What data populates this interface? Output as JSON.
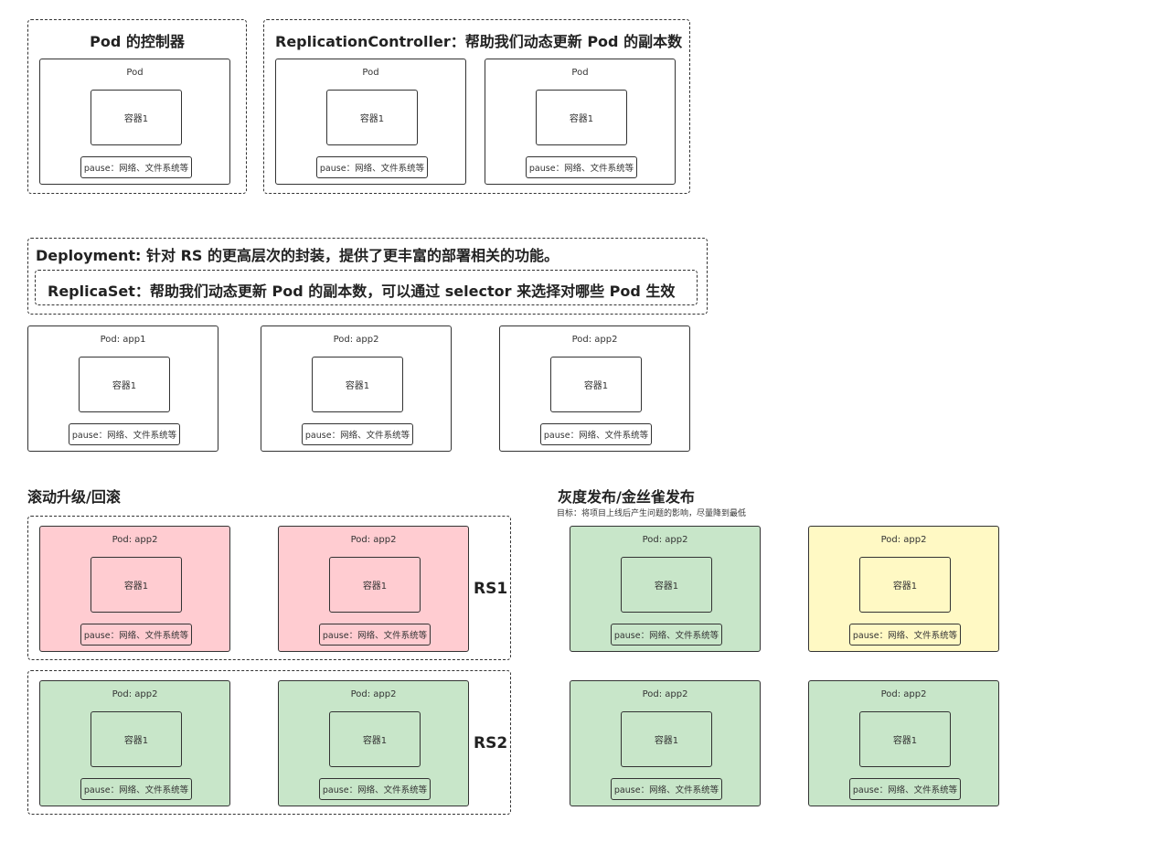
{
  "pod_controller": {
    "title": "Pod 的控制器",
    "pod": {
      "label": "Pod",
      "container": "容器1",
      "pause": "pause：网络、文件系统等"
    }
  },
  "replication_controller": {
    "title": "ReplicationController：帮助我们动态更新 Pod 的副本数",
    "pods": [
      {
        "label": "Pod",
        "container": "容器1",
        "pause": "pause：网络、文件系统等"
      },
      {
        "label": "Pod",
        "container": "容器1",
        "pause": "pause：网络、文件系统等"
      }
    ]
  },
  "deployment": {
    "title": "Deployment: 针对 RS 的更高层次的封装，提供了更丰富的部署相关的功能。",
    "replicaset_title": "ReplicaSet：帮助我们动态更新 Pod 的副本数，可以通过 selector 来选择对哪些 Pod 生效",
    "pods": [
      {
        "label": "Pod: app1",
        "container": "容器1",
        "pause": "pause：网络、文件系统等"
      },
      {
        "label": "Pod: app2",
        "container": "容器1",
        "pause": "pause：网络、文件系统等"
      },
      {
        "label": "Pod: app2",
        "container": "容器1",
        "pause": "pause：网络、文件系统等"
      }
    ]
  },
  "rolling": {
    "title": "滚动升级/回滚",
    "rs1": {
      "label": "RS1",
      "color": "#ffccd1",
      "pods": [
        {
          "label": "Pod: app2",
          "container": "容器1",
          "pause": "pause：网络、文件系统等"
        },
        {
          "label": "Pod: app2",
          "container": "容器1",
          "pause": "pause：网络、文件系统等"
        }
      ]
    },
    "rs2": {
      "label": "RS2",
      "color": "#c8e6c9",
      "pods": [
        {
          "label": "Pod: app2",
          "container": "容器1",
          "pause": "pause：网络、文件系统等"
        },
        {
          "label": "Pod: app2",
          "container": "容器1",
          "pause": "pause：网络、文件系统等"
        }
      ]
    }
  },
  "canary": {
    "title": "灰度发布/金丝雀发布",
    "subtitle": "目标：将项目上线后产生问题的影响，尽量降到最低",
    "pods": [
      {
        "label": "Pod: app2",
        "container": "容器1",
        "pause": "pause：网络、文件系统等",
        "color": "#c8e6c9"
      },
      {
        "label": "Pod: app2",
        "container": "容器1",
        "pause": "pause：网络、文件系统等",
        "color": "#fff9c4"
      },
      {
        "label": "Pod: app2",
        "container": "容器1",
        "pause": "pause：网络、文件系统等",
        "color": "#c8e6c9"
      },
      {
        "label": "Pod: app2",
        "container": "容器1",
        "pause": "pause：网络、文件系统等",
        "color": "#c8e6c9"
      }
    ]
  }
}
